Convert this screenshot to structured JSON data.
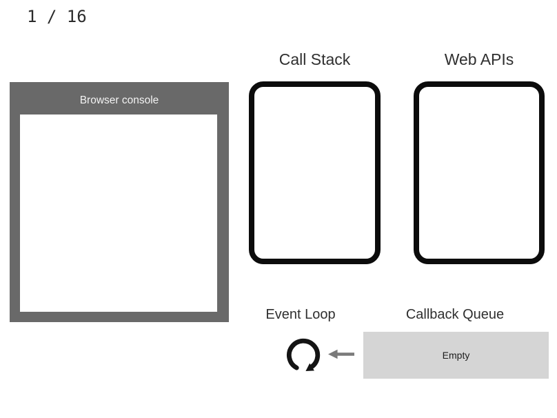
{
  "page": {
    "counter": "1 / 16"
  },
  "console": {
    "title": "Browser console",
    "lines": []
  },
  "call_stack": {
    "title": "Call Stack",
    "items": []
  },
  "web_apis": {
    "title": "Web APIs",
    "items": []
  },
  "event_loop": {
    "label": "Event Loop"
  },
  "callback_queue": {
    "label": "Callback Queue",
    "status": "Empty"
  },
  "colors": {
    "console_frame": "#696969",
    "console_title_text": "#f3f3f3",
    "box_border": "#0c0c0c",
    "queue_fill": "#d5d5d5",
    "arrow_gray": "#7a7a7a",
    "heading_text": "#2f2f2f",
    "background": "#ffffff"
  }
}
